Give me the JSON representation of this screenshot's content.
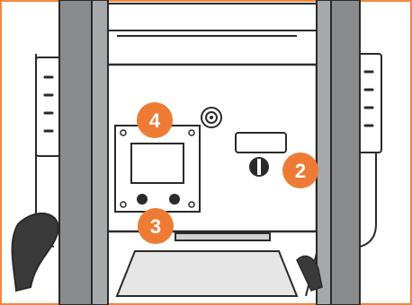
{
  "colors": {
    "frame_border": "#F2873F",
    "badge_fill": "#EE7B35",
    "rail_gray": "#8A8B8D",
    "rail_stroke": "#2A2A2A",
    "panel_fill": "#FFFFFF",
    "screen_fill": "#D9D9D9",
    "dark_part": "#3A3A3A"
  },
  "badges": [
    {
      "id": "badge-4",
      "label": "4"
    },
    {
      "id": "badge-2",
      "label": "2"
    },
    {
      "id": "badge-3",
      "label": "3"
    }
  ]
}
